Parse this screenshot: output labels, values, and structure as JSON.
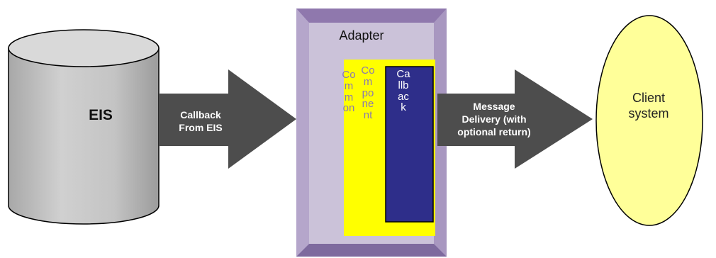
{
  "eis": {
    "label": "EIS"
  },
  "callback_arrow": {
    "line1": "Callback",
    "line2": "From EIS"
  },
  "adapter": {
    "label": "Adapter"
  },
  "common": {
    "label": "Common"
  },
  "component": {
    "label": "Component"
  },
  "callback_box": {
    "label": "Callback"
  },
  "delivery_arrow": {
    "line1": "Message",
    "line2": "Delivery (with",
    "line3": "optional return)"
  },
  "client": {
    "line1": "Client",
    "line2": "system"
  },
  "colors": {
    "cylinder_body": "#c2c2c2",
    "cylinder_top": "#d9d9d9",
    "arrow": "#4d4d4d",
    "adapter_face": "#cbc2d9",
    "adapter_bevel": "#9a84b6",
    "yellow_panel": "#ffff00",
    "callback_box": "#2e2e8a",
    "client_ellipse": "#ffff99"
  }
}
